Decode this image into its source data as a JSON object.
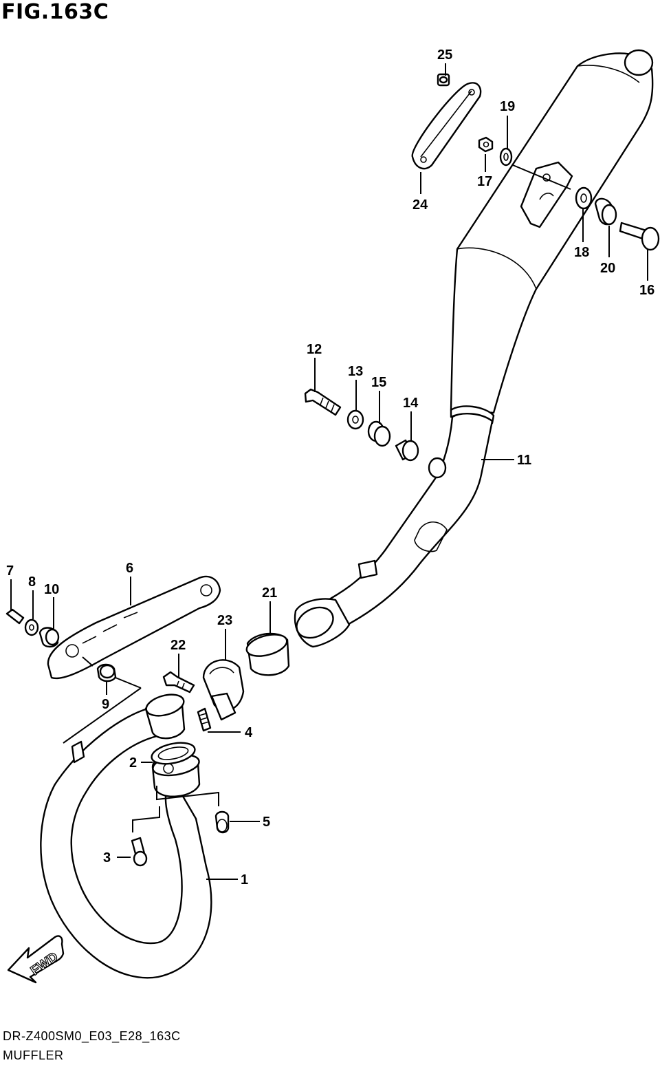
{
  "figure": {
    "title": "FIG.163C"
  },
  "callouts": [
    {
      "id": "c1",
      "label": "1"
    },
    {
      "id": "c2",
      "label": "2"
    },
    {
      "id": "c3",
      "label": "3"
    },
    {
      "id": "c4",
      "label": "4"
    },
    {
      "id": "c5",
      "label": "5"
    },
    {
      "id": "c6",
      "label": "6"
    },
    {
      "id": "c7",
      "label": "7"
    },
    {
      "id": "c8",
      "label": "8"
    },
    {
      "id": "c9",
      "label": "9"
    },
    {
      "id": "c10",
      "label": "10"
    },
    {
      "id": "c11",
      "label": "11"
    },
    {
      "id": "c12",
      "label": "12"
    },
    {
      "id": "c13",
      "label": "13"
    },
    {
      "id": "c14",
      "label": "14"
    },
    {
      "id": "c15",
      "label": "15"
    },
    {
      "id": "c16",
      "label": "16"
    },
    {
      "id": "c17",
      "label": "17"
    },
    {
      "id": "c18",
      "label": "18"
    },
    {
      "id": "c19",
      "label": "19"
    },
    {
      "id": "c20",
      "label": "20"
    },
    {
      "id": "c21",
      "label": "21"
    },
    {
      "id": "c22",
      "label": "22"
    },
    {
      "id": "c23",
      "label": "23"
    },
    {
      "id": "c24",
      "label": "24"
    },
    {
      "id": "c25",
      "label": "25"
    }
  ],
  "fwd_arrow": {
    "label": "FWD"
  },
  "footer": {
    "code": "DR-Z400SM0_E03_E28_163C",
    "name": "MUFFLER"
  }
}
